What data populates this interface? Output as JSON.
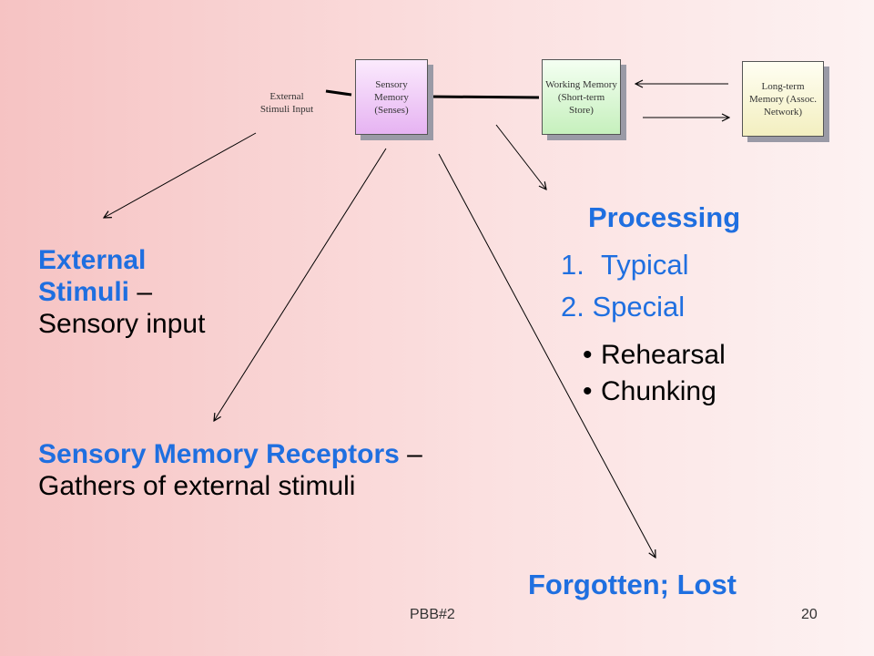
{
  "diagram": {
    "boxes": {
      "sensory": "Sensory Memory (Senses)",
      "working": "Working Memory (Short-term Store)",
      "longterm": "Long-term Memory (Assoc. Network)"
    },
    "external_input": "External Stimuli Input"
  },
  "external": {
    "part1": "External Stimuli",
    "dash": " –",
    "part2": "Sensory input"
  },
  "receptors": {
    "bold": "Sensory Memory Receptors",
    "dash": " –",
    "rest": "Gathers of external stimuli"
  },
  "processing": {
    "title": "Processing",
    "items": [
      {
        "num": "1.",
        "label": "Typical"
      },
      {
        "num": "2.",
        "label": "Special"
      }
    ],
    "bullets": [
      "Rehearsal",
      "Chunking"
    ]
  },
  "forgotten": "Forgotten; Lost",
  "footer": {
    "left": "PBB#2",
    "page": "20"
  }
}
